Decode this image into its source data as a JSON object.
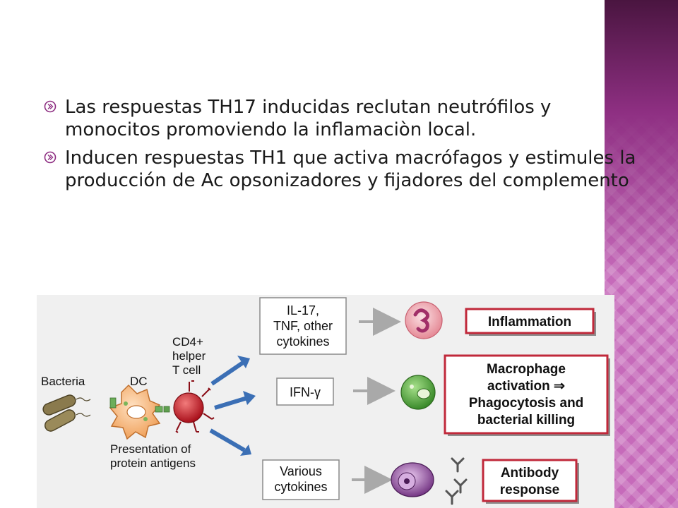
{
  "slide": {
    "bullets": [
      {
        "text": "Las respuestas TH17 inducidas reclutan neutrófilos y monocitos promoviendo la inflamaciòn local."
      },
      {
        "text": "Inducen respuestas TH1 que activa macrófagos y estimules la producción de Ac opsonizadores y fijadores del complemento"
      }
    ]
  },
  "figure": {
    "bacteria_label": "Bacteria",
    "dc_label": "DC",
    "tcell_label": [
      "CD4+",
      "helper",
      "T cell"
    ],
    "presentation_label": [
      "Presentation of",
      "protein antigens"
    ],
    "cytokines": [
      {
        "lines": [
          "IL-17,",
          "TNF, other",
          "cytokines"
        ]
      },
      {
        "lines": [
          "IFN-γ"
        ]
      },
      {
        "lines": [
          "Various",
          "cytokines"
        ]
      }
    ],
    "outcomes": [
      {
        "lines": [
          "Inflammation"
        ]
      },
      {
        "lines": [
          "Macrophage",
          "activation ⇒",
          "Phagocytosis and",
          "bacterial killing"
        ]
      },
      {
        "lines": [
          "Antibody",
          "response"
        ]
      }
    ]
  },
  "colors": {
    "accent_band": "#8e2f82",
    "outcome_border": "#c0283a",
    "arrow_blue": "#3b6fb5"
  }
}
